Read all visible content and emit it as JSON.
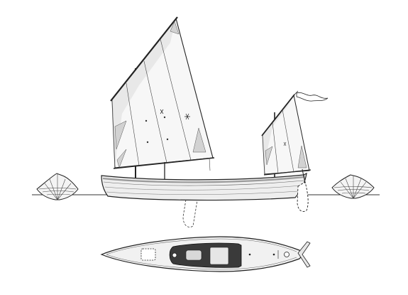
{
  "drawing": {
    "views": [
      "bow-section-view",
      "sail-plan-profile",
      "stern-section-view",
      "deck-plan"
    ],
    "palette": {
      "sail_shade": "#d9d9d9",
      "hull_fill": "#eeeeee",
      "hull_stripe": "#9a9a9a",
      "cockpit": "#3a3a3a",
      "deck_fill": "#f1f1f1",
      "ink": "#222222"
    },
    "icons": [
      "sail-insignia-star-icon",
      "pennant-flag-icon"
    ]
  }
}
